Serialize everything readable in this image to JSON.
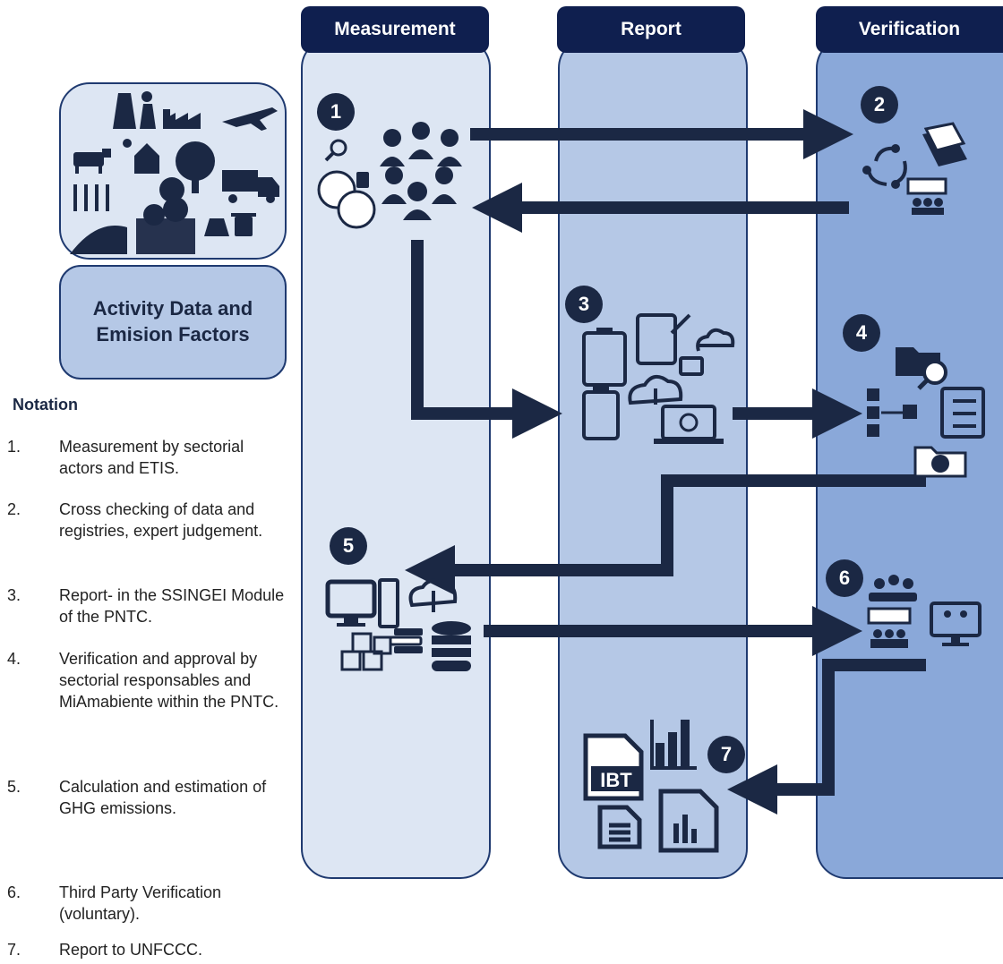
{
  "lanes": {
    "measurement": "Measurement",
    "report": "Report",
    "verification": "Verification"
  },
  "activity_box": {
    "title": "Activity Data and Emision Factors",
    "icons": [
      "power-plant-icon",
      "factory-icon",
      "airplane-icon",
      "cow-icon",
      "barn-icon",
      "tree-icon",
      "truck-icon",
      "wheat-icon",
      "field-icon",
      "forest-icon",
      "stump-icon",
      "trash-icon"
    ]
  },
  "steps": [
    {
      "number": "1",
      "icons": [
        "magnifier-icon",
        "gauge-icon",
        "fuel-pump-icon",
        "people-group-icon"
      ]
    },
    {
      "number": "2",
      "icons": [
        "cycle-icon",
        "papers-stack-icon",
        "presentation-icon"
      ]
    },
    {
      "number": "3",
      "icons": [
        "clipboard-icon",
        "edit-icon",
        "cloud-sync-icon",
        "cloud-upload-icon",
        "laptop-globe-icon"
      ]
    },
    {
      "number": "4",
      "icons": [
        "folder-search-icon",
        "hierarchy-icon",
        "checklist-icon",
        "folder-check-icon"
      ]
    },
    {
      "number": "5",
      "icons": [
        "computer-icon",
        "cloud-download-icon",
        "books-icon",
        "cubes-icon",
        "database-icon"
      ]
    },
    {
      "number": "6",
      "icons": [
        "meeting-icon",
        "presentation-icon",
        "video-call-icon"
      ]
    },
    {
      "number": "7",
      "icons": [
        "ibt-document-icon",
        "chart-growth-icon",
        "text-document-icon",
        "bar-chart-document-icon"
      ]
    }
  ],
  "notation": {
    "title": "Notation",
    "items": [
      {
        "num": "1.",
        "text": "Measurement by sectorial actors and ETIS."
      },
      {
        "num": "2.",
        "text": "Cross checking of data and registries, expert judgement."
      },
      {
        "num": "3.",
        "text": "Report- in the SSINGEI Module of the PNTC."
      },
      {
        "num": "4.",
        "text": "Verification and approval by sectorial responsables and MiAmabiente within the PNTC."
      },
      {
        "num": "5.",
        "text": "Calculation and estimation of GHG emissions."
      },
      {
        "num": "6.",
        "text": "Third Party Verification (voluntary)."
      },
      {
        "num": "7.",
        "text": "Report to UNFCCC."
      }
    ]
  },
  "ibt_label": "IBT",
  "colors": {
    "dark": "#1b2844",
    "lane_light": "#dde6f3",
    "lane_mid": "#b5c8e6",
    "lane_dark": "#8aa8d9",
    "header": "#0f1f4f"
  }
}
